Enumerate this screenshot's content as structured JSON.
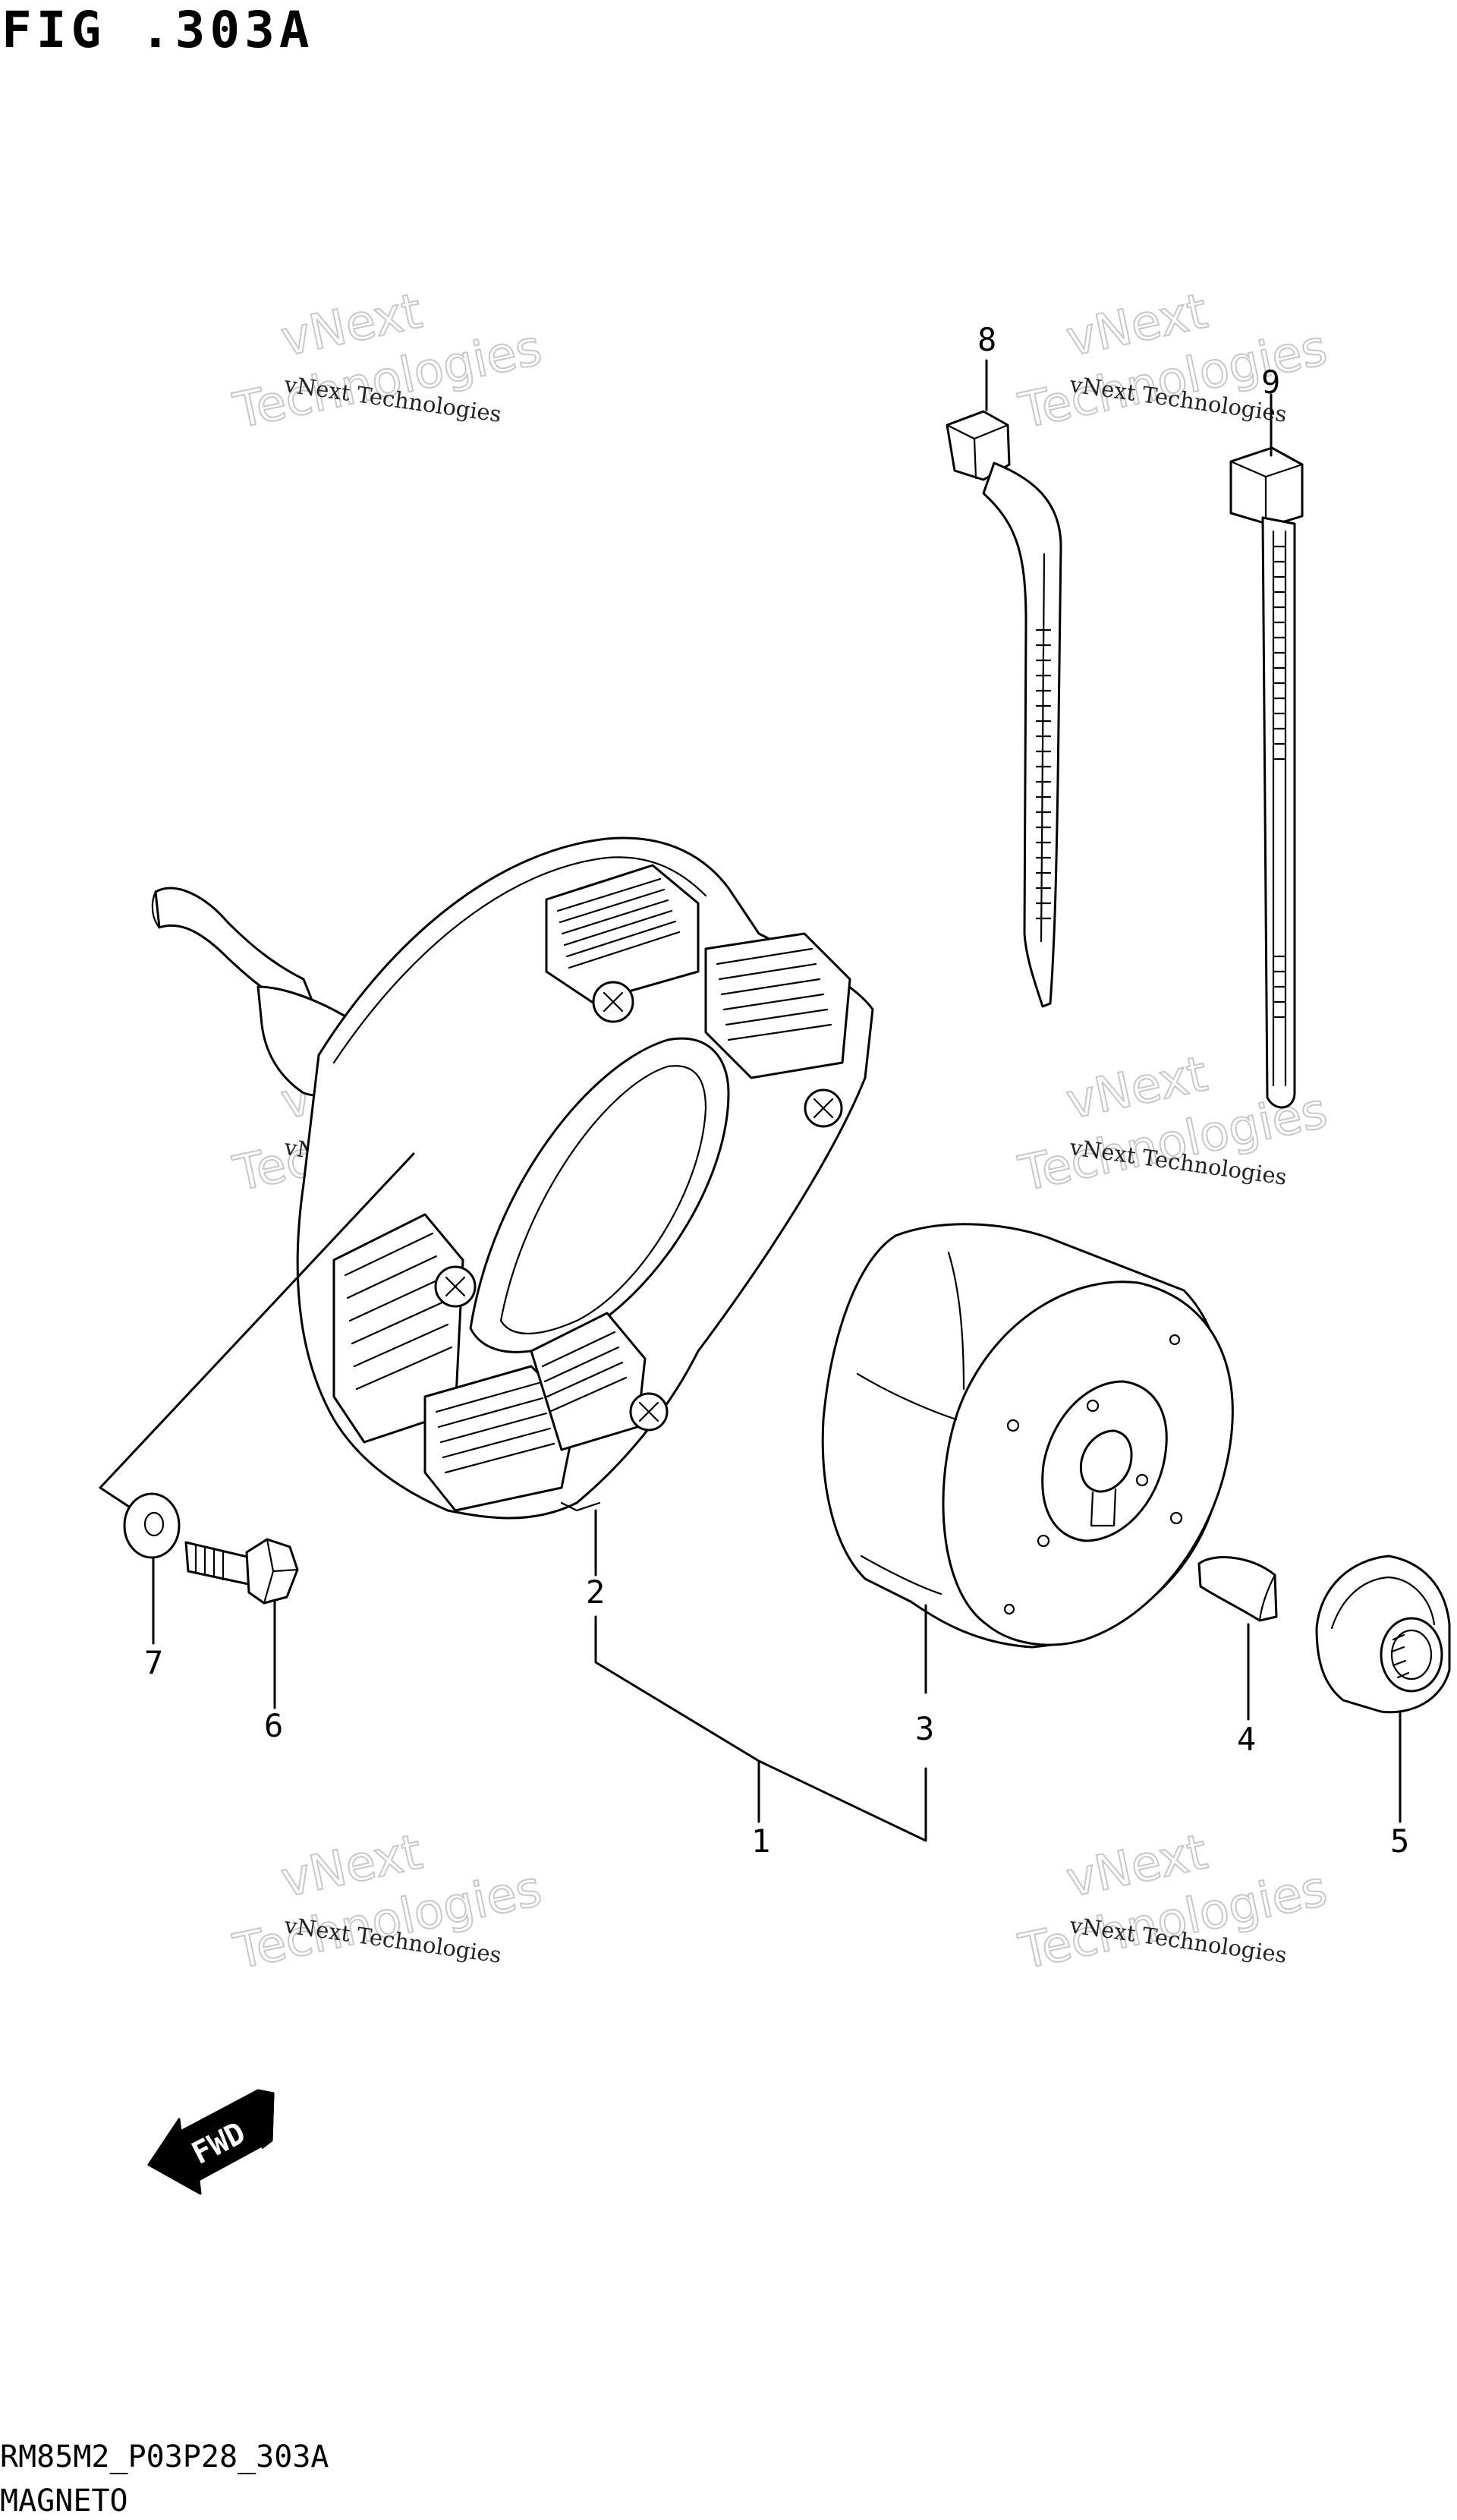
{
  "header": {
    "figure_title": "FIG .303A"
  },
  "footer": {
    "drawing_code": "RM85M2_P03P28_303A",
    "section_name": "MAGNETO"
  },
  "watermark": {
    "line1": "vNext",
    "line2": "Technologies",
    "line3": "vNext Technologies"
  },
  "fwd_arrow": {
    "label": "FWD"
  },
  "callouts": [
    "1",
    "2",
    "3",
    "4",
    "5",
    "6",
    "7",
    "8",
    "9"
  ]
}
